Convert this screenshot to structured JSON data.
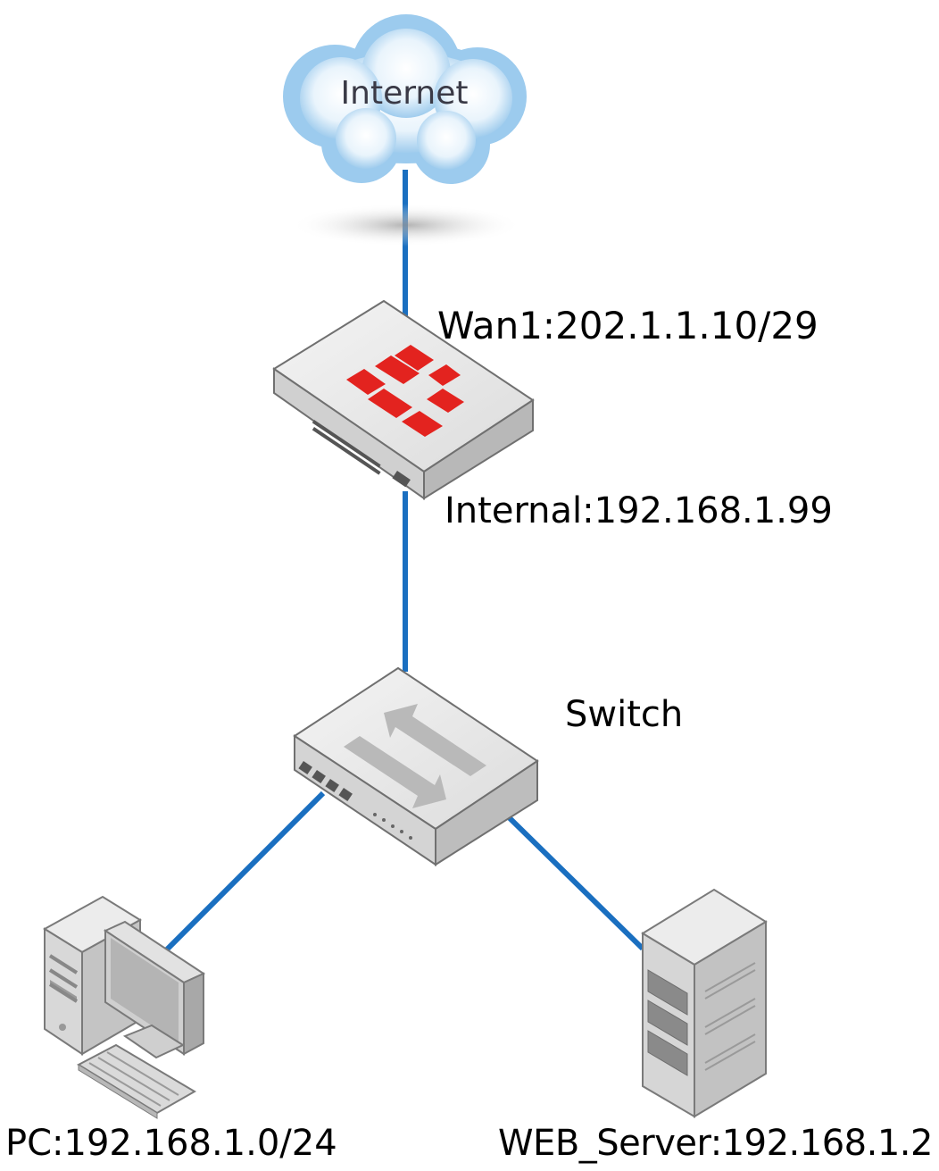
{
  "cloud": {
    "label": "Internet"
  },
  "firewall": {
    "wan_label": "Wan1:202.1.1.10/29",
    "internal_label": "Internal:192.168.1.99"
  },
  "switch": {
    "label": "Switch"
  },
  "pc": {
    "label": "PC:192.168.1.0/24"
  },
  "server": {
    "label": "WEB_Server:192.168.1.2"
  },
  "colors": {
    "link": "#1a6fc0",
    "cloud": "#9ccbee",
    "fortinet_red": "#e3231f"
  }
}
